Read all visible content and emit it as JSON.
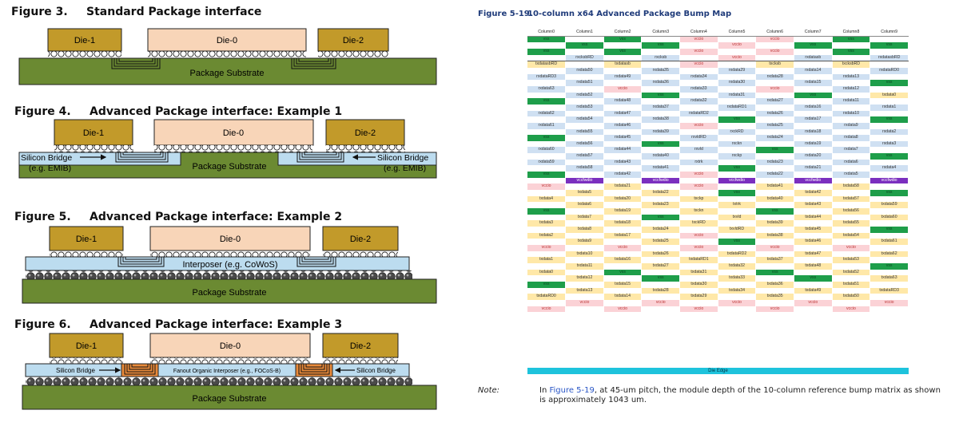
{
  "figures": [
    {
      "number": "Figure 3.",
      "title": "Standard Package interface",
      "dies": [
        "Die-1",
        "Die-0",
        "Die-2"
      ],
      "substrate": "Package Substrate"
    },
    {
      "number": "Figure 4.",
      "title": "Advanced Package interface: Example 1",
      "dies": [
        "Die-1",
        "Die-0",
        "Die-2"
      ],
      "substrate": "Package Substrate",
      "bridge_left": [
        "Silicon Bridge",
        "(e.g. EMIB)"
      ],
      "bridge_right": [
        "Silicon Bridge",
        "(e.g. EMIB)"
      ]
    },
    {
      "number": "Figure 5.",
      "title": "Advanced Package interface: Example 2",
      "dies": [
        "Die-1",
        "Die-0",
        "Die-2"
      ],
      "substrate": "Package Substrate",
      "interposer": "Interposer (e.g. CoWoS)"
    },
    {
      "number": "Figure 6.",
      "title": "Advanced Package interface: Example 3",
      "dies": [
        "Die-1",
        "Die-0",
        "Die-2"
      ],
      "substrate": "Package Substrate",
      "bridge_left": "Silicon Bridge",
      "bridge_right": "Silicon Bridge",
      "fanout": "Fanout Organic Interposer (e.g., FOCoS-B)"
    }
  ],
  "colors": {
    "die": "#c29a2a",
    "die0": "#f8d5b8",
    "substrate": "#6b8a32",
    "bridge": "#bcdcef",
    "interposer": "#bcdcef",
    "fanout": "#e98a3a",
    "ball": "#ffffff",
    "bump_dark": "#555555",
    "vss": "#1e9e4a",
    "vccio": "#fbd2d6",
    "vccfwdio": "#7b2fbf",
    "rx": "#cfe0f2",
    "tx": "#ffe8a8",
    "die_edge": "#1ec3dc",
    "title_blue": "#1f3b7a"
  },
  "bumpmap": {
    "number": "Figure 5-19.",
    "title": "10-column x64 Advanced Package Bump Map",
    "columns": [
      "Column0",
      "Column1",
      "Column2",
      "Column3",
      "Column4",
      "Column5",
      "Column6",
      "Column7",
      "Column8",
      "Column9"
    ],
    "rows": [
      [
        "vss",
        "",
        "vss",
        "",
        "vccio",
        "",
        "vccio",
        "",
        "vss",
        ""
      ],
      [
        "",
        "vss",
        "",
        "vss",
        "",
        "vccio",
        "",
        "vss",
        "",
        "vss"
      ],
      [
        "vss",
        "",
        "vss",
        "",
        "vccio",
        "",
        "vccio",
        "",
        "vss",
        ""
      ],
      [
        "",
        "rxcksbRD",
        "",
        "rxcksb",
        "",
        "vccio",
        "",
        "rxdatasb",
        "",
        "rxdatasbRD"
      ],
      [
        "txdatasbRD",
        "",
        "txdatasb",
        "",
        "vccio",
        "",
        "txcksb",
        "",
        "txcksbRD",
        ""
      ],
      [
        "",
        "rxdata50",
        "",
        "rxdata35",
        "",
        "rxdata29",
        "",
        "rxdata14",
        "",
        "rxdataRD0"
      ],
      [
        "rxdataRD3",
        "",
        "rxdata49",
        "",
        "rxdata34",
        "",
        "rxdata28",
        "",
        "rxdata13",
        ""
      ],
      [
        "",
        "rxdata51",
        "",
        "rxdata36",
        "",
        "rxdata30",
        "",
        "rxdata15",
        "",
        "vss"
      ],
      [
        "rxdata63",
        "",
        "vccio",
        "",
        "rxdata33",
        "",
        "vccio",
        "",
        "rxdata12",
        ""
      ],
      [
        "",
        "rxdata52",
        "",
        "vss",
        "",
        "rxdata31",
        "",
        "vss",
        "",
        "txdata0"
      ],
      [
        "vss",
        "",
        "rxdata48",
        "",
        "rxdata32",
        "",
        "rxdata27",
        "",
        "rxdata11",
        ""
      ],
      [
        "",
        "rxdata53",
        "",
        "rxdata37",
        "",
        "rxdataRD1",
        "",
        "rxdata16",
        "",
        "rxdata1"
      ],
      [
        "rxdata62",
        "",
        "rxdata47",
        "",
        "rxdataRD2",
        "",
        "rxdata26",
        "",
        "rxdata10",
        ""
      ],
      [
        "",
        "rxdata54",
        "",
        "rxdata38",
        "",
        "vss",
        "",
        "rxdata17",
        "",
        "vss"
      ],
      [
        "rxdata61",
        "",
        "rxdata46",
        "",
        "vccio",
        "",
        "rxdata25",
        "",
        "rxdata9",
        ""
      ],
      [
        "",
        "rxdata55",
        "",
        "rxdata39",
        "",
        "rxckRD",
        "",
        "rxdata18",
        "",
        "rxdata2"
      ],
      [
        "vss",
        "",
        "rxdata45",
        "",
        "rxvldRD",
        "",
        "rxdata24",
        "",
        "rxdata8",
        ""
      ],
      [
        "",
        "rxdata56",
        "",
        "vss",
        "",
        "rxckn",
        "",
        "rxdata19",
        "",
        "rxdata3"
      ],
      [
        "rxdata60",
        "",
        "rxdata44",
        "",
        "rxvld",
        "",
        "vss",
        "",
        "rxdata7",
        ""
      ],
      [
        "",
        "rxdata57",
        "",
        "rxdata40",
        "",
        "rxckp",
        "",
        "rxdata20",
        "",
        "vss"
      ],
      [
        "rxdata59",
        "",
        "rxdata43",
        "",
        "rxtrk",
        "",
        "rxdata23",
        "",
        "rxdata6",
        ""
      ],
      [
        "",
        "rxdata58",
        "",
        "rxdata41",
        "",
        "vss",
        "",
        "rxdata21",
        "",
        "rxdata4"
      ],
      [
        "vss",
        "",
        "rxdata42",
        "",
        "vccio",
        "",
        "rxdata22",
        "",
        "rxdata5",
        ""
      ],
      [
        "",
        "vccfwdio",
        "",
        "vccfwdio",
        "",
        "vccfwdio",
        "",
        "vccfwdio",
        "",
        "vccfwdio"
      ],
      [
        "vccio",
        "",
        "txdata21",
        "",
        "vccio",
        "",
        "txdata41",
        "",
        "txdata58",
        ""
      ],
      [
        "",
        "txdata5",
        "",
        "txdata22",
        "",
        "vss",
        "",
        "txdata42",
        "",
        "vss"
      ],
      [
        "txdata4",
        "",
        "txdata20",
        "",
        "txckp",
        "",
        "txdata40",
        "",
        "txdata57",
        ""
      ],
      [
        "",
        "txdata6",
        "",
        "txdata23",
        "",
        "txtrk",
        "",
        "txdata43",
        "",
        "txdata59"
      ],
      [
        "vss",
        "",
        "txdata19",
        "",
        "txckn",
        "",
        "vss",
        "",
        "txdata56",
        ""
      ],
      [
        "",
        "txdata7",
        "",
        "vss",
        "",
        "txvld",
        "",
        "txdata44",
        "",
        "txdata60"
      ],
      [
        "txdata3",
        "",
        "txdata18",
        "",
        "txckRD",
        "",
        "txdata39",
        "",
        "txdata55",
        ""
      ],
      [
        "",
        "txdata8",
        "",
        "txdata24",
        "",
        "txvldRD",
        "",
        "txdata45",
        "",
        "vss"
      ],
      [
        "txdata2",
        "",
        "txdata17",
        "",
        "vccio",
        "",
        "txdata38",
        "",
        "txdata54",
        ""
      ],
      [
        "",
        "txdata9",
        "",
        "txdata25",
        "",
        "vss",
        "",
        "txdata46",
        "",
        "txdata61"
      ],
      [
        "vccio",
        "",
        "vccio",
        "",
        "vccio",
        "",
        "vccio",
        "",
        "vccio",
        ""
      ],
      [
        "",
        "txdata10",
        "",
        "txdata26",
        "",
        "txdataRD2",
        "",
        "txdata47",
        "",
        "txdata62"
      ],
      [
        "txdata1",
        "",
        "txdata16",
        "",
        "txdataRD1",
        "",
        "txdata37",
        "",
        "txdata53",
        ""
      ],
      [
        "",
        "txdata11",
        "",
        "txdata27",
        "",
        "txdata32",
        "",
        "txdata48",
        "",
        "vss"
      ],
      [
        "txdata0",
        "",
        "vss",
        "",
        "txdata31",
        "",
        "vss",
        "",
        "txdata52",
        ""
      ],
      [
        "",
        "txdata12",
        "",
        "vss",
        "",
        "txdata33",
        "",
        "vss",
        "",
        "txdata63"
      ],
      [
        "vss",
        "",
        "txdata15",
        "",
        "txdata30",
        "",
        "txdata36",
        "",
        "txdata51",
        ""
      ],
      [
        "",
        "txdata13",
        "",
        "txdata28",
        "",
        "txdata34",
        "",
        "txdata49",
        "",
        "txdataRD3"
      ],
      [
        "txdataRD0",
        "",
        "txdata14",
        "",
        "txdata29",
        "",
        "txdata35",
        "",
        "txdata50",
        ""
      ],
      [
        "",
        "vccio",
        "",
        "vccio",
        "",
        "vccio",
        "",
        "vccio",
        "",
        "vccio"
      ],
      [
        "vccio",
        "",
        "vccio",
        "",
        "vccio",
        "",
        "vccio",
        "",
        "vccio",
        ""
      ]
    ],
    "die_edge": "Die Edge"
  },
  "note": {
    "label": "Note:",
    "prefix": "In ",
    "link": "Figure 5-19",
    "suffix": ", at 45-um pitch, the module depth of the 10-column reference bump matrix as shown is approximately 1043 um."
  }
}
